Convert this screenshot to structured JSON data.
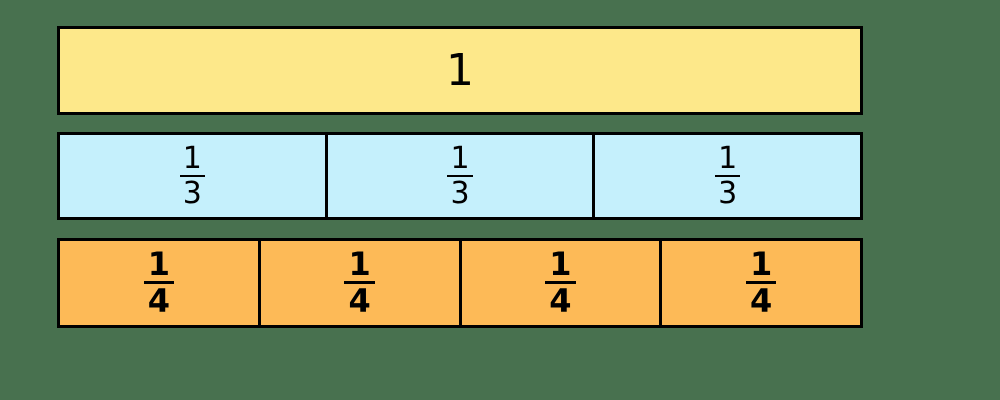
{
  "background_color": "#48714f",
  "diagram": {
    "type": "fraction-bars",
    "bars": [
      {
        "name": "one-whole",
        "fill": "#fde88a",
        "segments": [
          {
            "label": "1"
          }
        ]
      },
      {
        "name": "thirds",
        "fill": "#c5f0fc",
        "segments": [
          {
            "num": "1",
            "den": "3"
          },
          {
            "num": "1",
            "den": "3"
          },
          {
            "num": "1",
            "den": "3"
          }
        ]
      },
      {
        "name": "fourths",
        "fill": "#fdba57",
        "segments": [
          {
            "num": "1",
            "den": "4"
          },
          {
            "num": "1",
            "den": "4"
          },
          {
            "num": "1",
            "den": "4"
          },
          {
            "num": "1",
            "den": "4"
          }
        ]
      }
    ]
  }
}
